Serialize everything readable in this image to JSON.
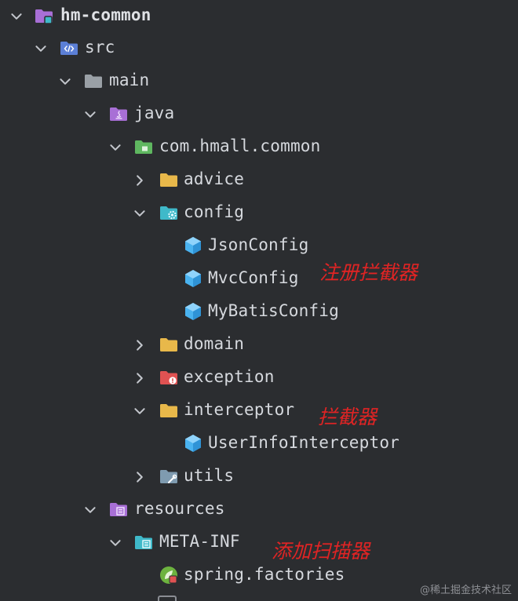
{
  "tree": {
    "root": "hm-common",
    "src": "src",
    "main": "main",
    "java": "java",
    "package": "com.hmall.common",
    "advice": "advice",
    "config": "config",
    "json_config": "JsonConfig",
    "mvc_config": "MvcConfig",
    "mybatis_config": "MyBatisConfig",
    "domain": "domain",
    "exception": "exception",
    "interceptor": "interceptor",
    "user_info_interceptor": "UserInfoInterceptor",
    "utils": "utils",
    "resources": "resources",
    "meta_inf": "META-INF",
    "spring_factories": "spring.factories"
  },
  "annotations": {
    "register_interceptor": "注册拦截器",
    "interceptor": "拦截器",
    "add_scanner": "添加扫描器"
  },
  "watermark": "@稀土掘金技术社区",
  "colors": {
    "background": "#2b2d30",
    "text": "#d6d9de",
    "annotation": "#e02424",
    "folder_yellow": "#e8b84a",
    "folder_purple": "#a86fd6",
    "folder_blue": "#5b7fd6",
    "folder_gray": "#9aa0a6",
    "folder_green": "#5fb760",
    "folder_red": "#e05252",
    "folder_teal": "#3fb9c9",
    "class_blue": "#4ab3f0"
  },
  "icons": {
    "expanded": "chevron-down-icon",
    "collapsed": "chevron-right-icon",
    "module": "module-folder-icon",
    "source_root": "source-root-folder-icon",
    "plain_folder": "folder-icon",
    "java_root": "java-source-folder-icon",
    "package": "package-folder-icon",
    "config_folder": "config-folder-icon",
    "class": "class-cube-icon",
    "exception_folder": "exception-folder-icon",
    "utils_folder": "utils-folder-icon",
    "resources_folder": "resources-folder-icon",
    "meta_inf_folder": "meta-inf-folder-icon",
    "spring_file": "spring-leaf-icon"
  }
}
